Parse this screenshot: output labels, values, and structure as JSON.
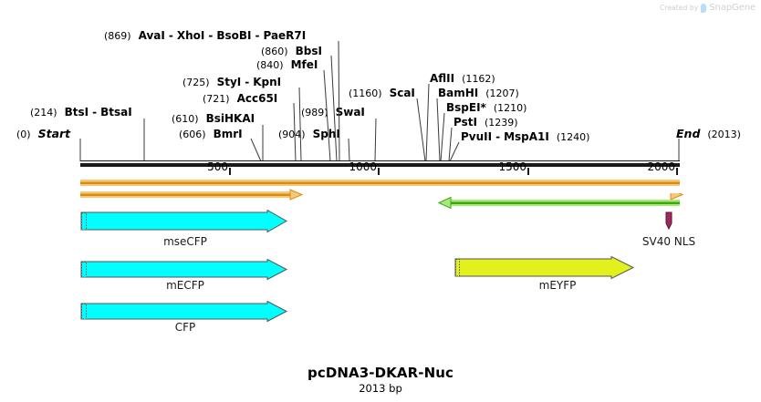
{
  "watermark": {
    "created_by": "Created by",
    "brand": "SnapGene",
    "logo_icon": "snapgene-leaf-icon"
  },
  "title": {
    "name": "pcDNA3-DKAR-Nuc",
    "size": "2013 bp"
  },
  "sequence": {
    "length": 2013,
    "start_label": "Start",
    "start_pos": "(0)",
    "end_label": "End",
    "end_pos": "(2013)"
  },
  "ruler": {
    "ticks": [
      {
        "label": "500",
        "value": 500
      },
      {
        "label": "1000",
        "value": 1000
      },
      {
        "label": "1500",
        "value": 1500
      },
      {
        "label": "2000",
        "value": 2000
      }
    ]
  },
  "enzyme_labels": [
    {
      "id": "row-avai",
      "pos": "(869)",
      "names": [
        "AvaI",
        "XhoI",
        "BsoBI",
        "PaeR7I"
      ],
      "pos_side": "left",
      "site": 869
    },
    {
      "id": "row-bbsi",
      "pos": "(860)",
      "names": [
        "BbsI"
      ],
      "pos_side": "left",
      "site": 860
    },
    {
      "id": "row-mfei",
      "pos": "(840)",
      "names": [
        "MfeI"
      ],
      "pos_side": "left",
      "site": 840
    },
    {
      "id": "row-styi",
      "pos": "(725)",
      "names": [
        "StyI",
        "KpnI"
      ],
      "pos_side": "left",
      "site": 725
    },
    {
      "id": "row-acc65i",
      "pos": "(721)",
      "names": [
        "Acc65I"
      ],
      "pos_side": "left",
      "site": 721
    },
    {
      "id": "row-btsi",
      "pos": "(214)",
      "names": [
        "BtsI",
        "BtsaI"
      ],
      "pos_side": "left",
      "site": 214
    },
    {
      "id": "row-bsihkai",
      "pos": "(610)",
      "names": [
        "BsiHKAI"
      ],
      "pos_side": "left",
      "site": 610
    },
    {
      "id": "row-bmri",
      "pos": "(606)",
      "names": [
        "BmrI"
      ],
      "pos_side": "left",
      "site": 606
    },
    {
      "id": "row-swai",
      "pos": "(989)",
      "names": [
        "SwaI"
      ],
      "pos_side": "left",
      "site": 989
    },
    {
      "id": "row-sphi",
      "pos": "(904)",
      "names": [
        "SphI"
      ],
      "pos_side": "left",
      "site": 904
    },
    {
      "id": "row-scai",
      "pos": "(1160)",
      "names": [
        "ScaI"
      ],
      "pos_side": "left",
      "site": 1160
    },
    {
      "id": "row-aflii",
      "pos": "(1162)",
      "names": [
        "AflII"
      ],
      "pos_side": "right",
      "site": 1162
    },
    {
      "id": "row-bamhi",
      "pos": "(1207)",
      "names": [
        "BamHI"
      ],
      "pos_side": "right",
      "site": 1207
    },
    {
      "id": "row-bspei",
      "pos": "(1210)",
      "names": [
        "BspEI*"
      ],
      "pos_side": "right",
      "site": 1210
    },
    {
      "id": "row-psti",
      "pos": "(1239)",
      "names": [
        "PstI"
      ],
      "pos_side": "right",
      "site": 1239
    },
    {
      "id": "row-pvuii",
      "pos": "(1240)",
      "names": [
        "PvuII",
        "MspA1I"
      ],
      "pos_side": "right",
      "site": 1240
    }
  ],
  "features": [
    {
      "id": "mseCFP",
      "label": "mseCFP",
      "color": "#00ffff",
      "direction": "right"
    },
    {
      "id": "mECFP",
      "label": "mECFP",
      "color": "#00ffff",
      "direction": "right"
    },
    {
      "id": "CFP",
      "label": "CFP",
      "color": "#00ffff",
      "direction": "right"
    },
    {
      "id": "mEYFP",
      "label": "mEYFP",
      "color": "#e2f01e",
      "direction": "right"
    },
    {
      "id": "SV40NLS",
      "label": "SV40 NLS",
      "color": "#9e2a5a",
      "direction": "right"
    }
  ],
  "orfs": [
    {
      "id": "orf-1",
      "color": "#e8a033",
      "direction": "right",
      "has_head": false
    },
    {
      "id": "orf-2",
      "color": "#e8a033",
      "direction": "right",
      "has_head": true
    },
    {
      "id": "orf-3",
      "color": "#e8a033",
      "direction": "right",
      "has_head": true
    },
    {
      "id": "orf-4",
      "color": "#55cc22",
      "direction": "left",
      "has_head": true
    }
  ],
  "colors": {
    "cyan": "#00ffff",
    "yellow": "#e2f01e",
    "orange": "#e8a033",
    "green": "#55cc22",
    "magenta": "#9e2a5a",
    "ruler": "#1a1a1a"
  }
}
